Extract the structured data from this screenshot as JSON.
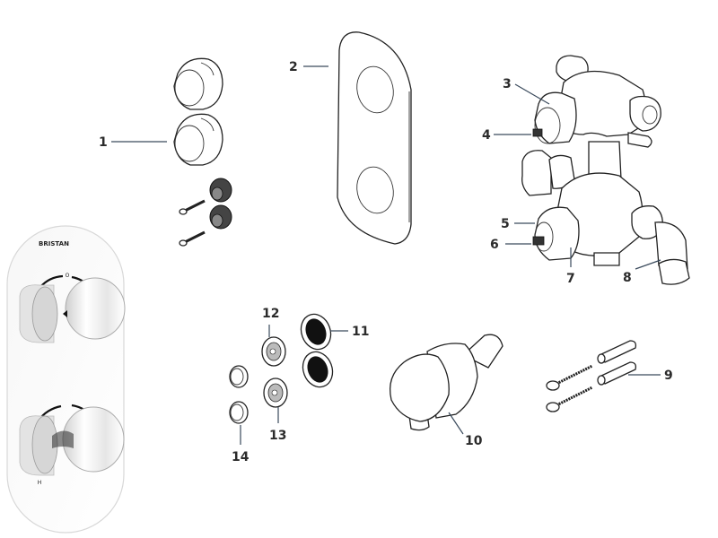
{
  "diagram": {
    "title_visible": false,
    "product": {
      "brand": "BRISTAN",
      "dial_top_marker": "O",
      "dial_bottom_marker": "H"
    },
    "callouts": [
      {
        "number": "1",
        "part": "control-knobs"
      },
      {
        "number": "2",
        "part": "faceplate"
      },
      {
        "number": "3",
        "part": "thermostatic-cartridge-body"
      },
      {
        "number": "4",
        "part": "upper-spindle"
      },
      {
        "number": "5",
        "part": "flow-cartridge-seal"
      },
      {
        "number": "6",
        "part": "lower-spindle"
      },
      {
        "number": "7",
        "part": "flow-cartridge-body"
      },
      {
        "number": "8",
        "part": "elbow-outlet"
      },
      {
        "number": "9",
        "part": "wall-plugs-and-screws"
      },
      {
        "number": "10",
        "part": "wall-outlet"
      },
      {
        "number": "11",
        "part": "filter-washers"
      },
      {
        "number": "12",
        "part": "check-valve-upper"
      },
      {
        "number": "13",
        "part": "check-valve-lower"
      },
      {
        "number": "14",
        "part": "olive-rings"
      }
    ],
    "colors": {
      "line": "#222222",
      "leader": "#3a4a5c",
      "label": "#2b2b2b",
      "chrome_dark": "#1a1a1a"
    }
  }
}
